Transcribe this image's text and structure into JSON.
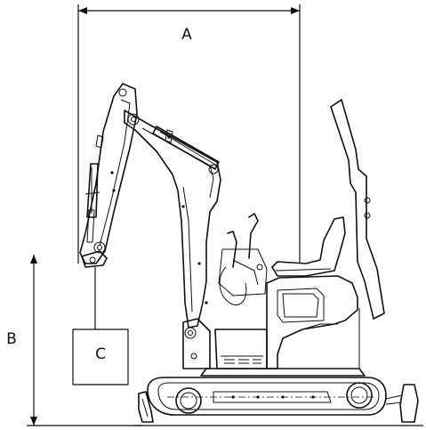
{
  "labels": {
    "a": "A",
    "b": "B",
    "c": "C"
  },
  "colors": {
    "line": "#111111",
    "background": "#ffffff"
  }
}
